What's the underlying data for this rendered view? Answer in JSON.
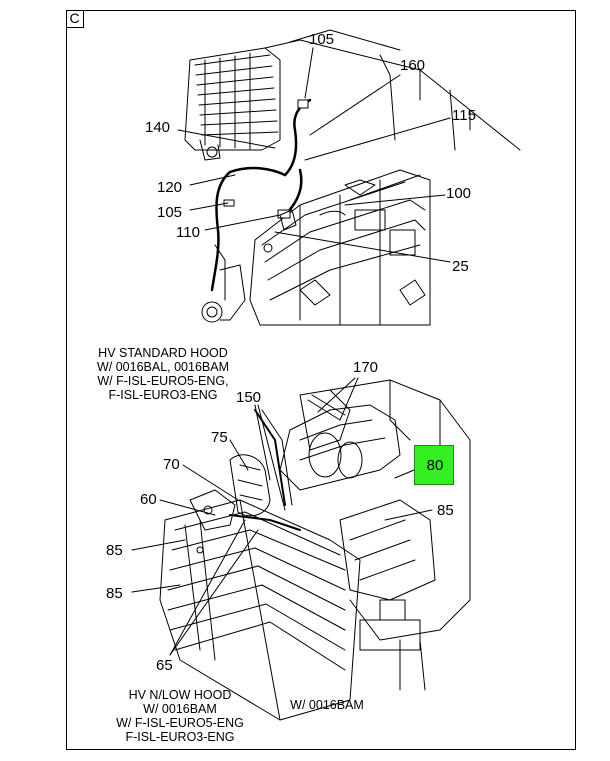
{
  "sheet": {
    "view_letter": "C"
  },
  "callouts_upper": [
    {
      "id": "105a",
      "label": "105"
    },
    {
      "id": "160",
      "label": "160"
    },
    {
      "id": "140",
      "label": "140"
    },
    {
      "id": "115",
      "label": "115"
    },
    {
      "id": "120",
      "label": "120"
    },
    {
      "id": "100",
      "label": "100"
    },
    {
      "id": "105b",
      "label": "105"
    },
    {
      "id": "110",
      "label": "110"
    },
    {
      "id": "25",
      "label": "25"
    }
  ],
  "callouts_lower": [
    {
      "id": "170",
      "label": "170"
    },
    {
      "id": "150",
      "label": "150"
    },
    {
      "id": "75",
      "label": "75"
    },
    {
      "id": "70",
      "label": "70"
    },
    {
      "id": "60",
      "label": "60"
    },
    {
      "id": "85a",
      "label": "85"
    },
    {
      "id": "85b",
      "label": "85"
    },
    {
      "id": "85c",
      "label": "85"
    },
    {
      "id": "65",
      "label": "65"
    }
  ],
  "highlighted_callout": {
    "label": "80",
    "color": "#33ee22"
  },
  "notes": {
    "hv_standard": [
      "HV STANDARD HOOD",
      "W/ 0016BAL, 0016BAM",
      "W/ F-ISL-EURO5-ENG,",
      "F-ISL-EURO3-ENG"
    ],
    "hv_low": [
      "HV N/LOW HOOD",
      "W/ 0016BAM",
      "W/ F-ISL-EURO5-ENG",
      "F-ISL-EURO3-ENG"
    ],
    "w_0016bam": "W/ 0016BAM"
  }
}
